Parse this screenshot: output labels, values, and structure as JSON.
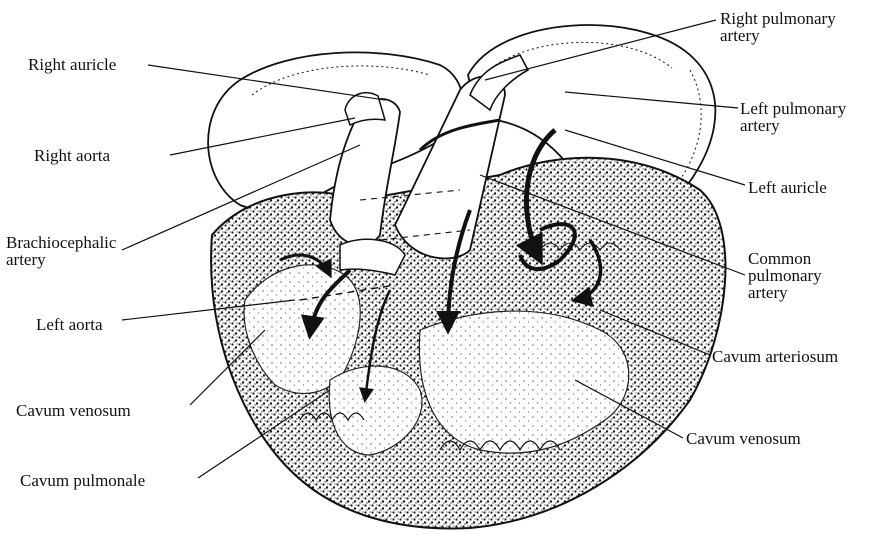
{
  "labels": {
    "right_auricle": "Right auricle",
    "right_aorta": "Right aorta",
    "brachiocephalic_1": "Brachiocephalic",
    "brachiocephalic_2": "artery",
    "left_aorta": "Left aorta",
    "cavum_venosum_left": "Cavum venosum",
    "cavum_pulmonale": "Cavum pulmonale",
    "right_pulmonary_1": "Right pulmonary",
    "right_pulmonary_2": "artery",
    "left_pulmonary_1": "Left pulmonary",
    "left_pulmonary_2": "artery",
    "left_auricle": "Left auricle",
    "common_pulmonary_1": "Common",
    "common_pulmonary_2": "pulmonary",
    "common_pulmonary_3": "artery",
    "cavum_arteriosum": "Cavum arteriosum",
    "cavum_venosum_right": "Cavum venosum"
  }
}
